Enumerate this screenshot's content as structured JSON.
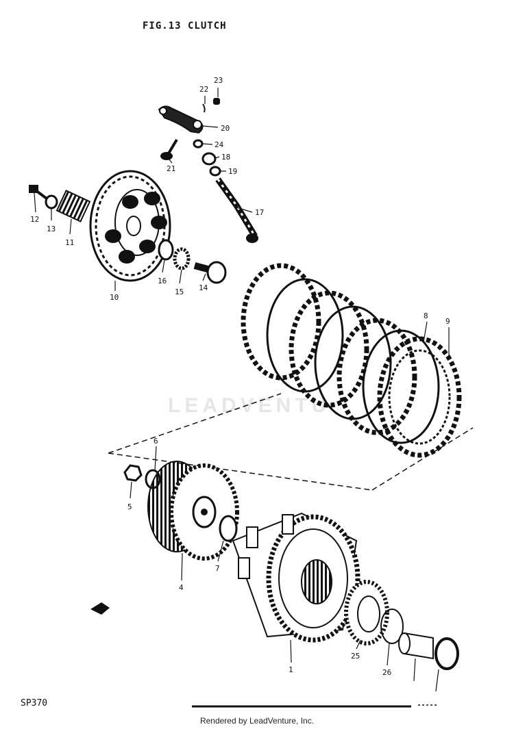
{
  "title": "FIG.13  CLUTCH",
  "watermark": "LEADVENTU",
  "code": "SP370",
  "footer": "Rendered by LeadVenture, Inc.",
  "callouts": {
    "c1": "1",
    "c4": "4",
    "c5": "5",
    "c6": "6",
    "c7": "7",
    "c8": "8",
    "c9": "9",
    "c10": "10",
    "c11": "11",
    "c12": "12",
    "c13": "13",
    "c14": "14",
    "c15": "15",
    "c16": "16",
    "c17": "17",
    "c18": "18",
    "c19": "19",
    "c20": "20",
    "c21": "21",
    "c22": "22",
    "c23": "23",
    "c24": "24",
    "c25": "25",
    "c26": "26"
  },
  "colors": {
    "ink": "#111111",
    "paper": "#ffffff",
    "watermark": "#e6e6e6"
  },
  "icons": {
    "direction_arrow": "arrow-left-icon"
  }
}
